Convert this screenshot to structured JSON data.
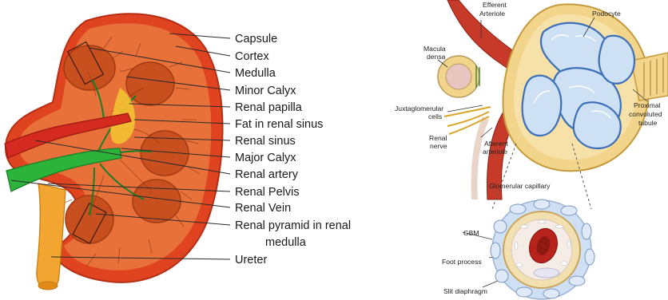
{
  "kidney": {
    "labels": {
      "capsule": "Capsule",
      "cortex": "Cortex",
      "medulla": "Medulla",
      "minor_calyx": "Minor Calyx",
      "renal_papilla": "Renal papilla",
      "fat": "Fat in renal sinus",
      "renal_sinus": "Renal sinus",
      "major_calyx": "Major Calyx",
      "renal_artery": "Renal artery",
      "renal_pelvis": "Renal Pelvis",
      "renal_vein": "Renal Vein",
      "pyramid_line1": "Renal pyramid in renal",
      "pyramid_line2": "medulla",
      "ureter": "Ureter"
    }
  },
  "nephron": {
    "labels": {
      "efferent_line1": "Efferent",
      "efferent_line2": "Arteriole",
      "podocyte": "Podocyte",
      "macula_line1": "Macula",
      "macula_line2": "densa",
      "juxta_line1": "Juxtaglomerular",
      "juxta_line2": "cells",
      "renal_nerve_line1": "Renal",
      "renal_nerve_line2": "nerve",
      "afferent_line1": "Afferent",
      "afferent_line2": "arteriole",
      "proximal_line1": "Proximal",
      "proximal_line2": "convoluted",
      "proximal_line3": "tubule",
      "glomerular_capillary": "Glomerular capillary",
      "gbm": "GBM",
      "foot_process": "Foot process",
      "slit_diaphragm": "Slit diaphragm"
    }
  },
  "colors": {
    "capsule_red": "#e0431f",
    "cortex_orange": "#e8713a",
    "pyramid": "#c8501f",
    "artery_red": "#d42a1f",
    "vein_green": "#2bb33a",
    "ureter_yellow": "#f2a531",
    "nephron_capsule": "#f2d58a",
    "podocyte_blue": "#3d6fb8",
    "rbc_red": "#b8231c"
  }
}
